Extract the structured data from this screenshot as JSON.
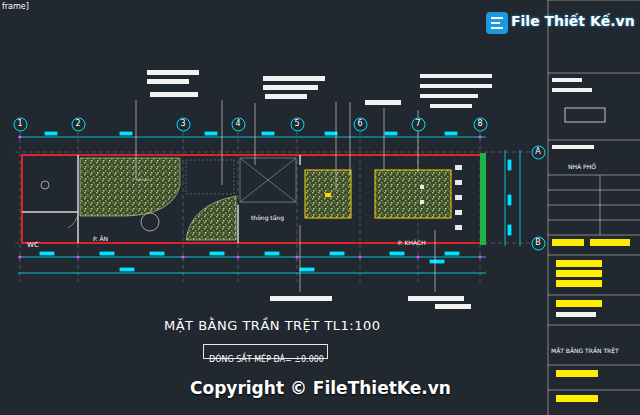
{
  "diagram": {
    "title": "MẶT BẰNG TRẦN TRỆT TL1:100",
    "nodes": [
      {
        "text": [
          "1"
        ]
      },
      {
        "text": [
          "2"
        ]
      },
      {
        "text": [
          "3"
        ]
      },
      {
        "text": [
          "4"
        ]
      },
      {
        "text": [
          "5"
        ]
      },
      {
        "text": [
          "6"
        ]
      },
      {
        "text": [
          "7"
        ]
      },
      {
        "text": [
          "8"
        ]
      },
      {
        "text": [
          "A"
        ]
      },
      {
        "text": [
          "B"
        ]
      },
      {
        "text": [
          "WC"
        ]
      },
      {
        "text": [
          "P. ĂN"
        ]
      },
      {
        "text": [
          "thông tầng"
        ]
      },
      {
        "text": [
          "P. KHÁCH"
        ]
      },
      {
        "text": [
          "ĐÓNG SẮT MÉP ĐÁ= ±0.000"
        ]
      }
    ],
    "labels": [
      "frame]",
      "File Thiết Kế.vn",
      "NHÀ PHỐ",
      "MẶT BẰNG TRẦN TRỆT",
      "Copyright © FileThietKe.vn"
    ]
  }
}
